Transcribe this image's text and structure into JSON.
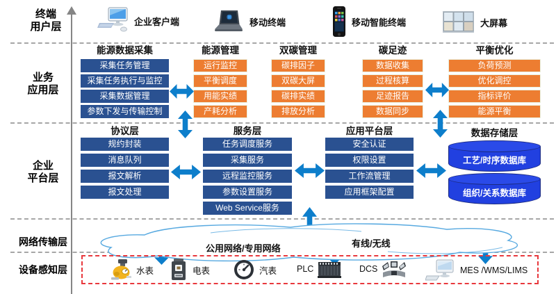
{
  "colors": {
    "module_blue": "#2a5191",
    "module_orange": "#ed7d31",
    "arrow_blue": "#0d7ecb",
    "database_blue": "#2140e0",
    "sensing_border_red": "#e8383d",
    "cloud_outline_blue": "#57a9e0"
  },
  "terminal_layer": {
    "label_line1": "终端",
    "label_line2": "用户层",
    "devices": [
      {
        "icon": "desktop-computer-icon",
        "label": "企业客户端"
      },
      {
        "icon": "laptop-icon",
        "label": "移动终端"
      },
      {
        "icon": "smartphone-icon",
        "label": "移动智能终端"
      },
      {
        "icon": "video-wall-icon",
        "label": "大屏幕"
      }
    ]
  },
  "business_layer": {
    "label_line1": "业务",
    "label_line2": "应用层",
    "groups": [
      {
        "title": "能源数据采集",
        "items": [
          "采集任务管理",
          "采集任务执行与监控",
          "采集数据管理",
          "参数下发与传输控制"
        ]
      },
      {
        "title": "能源管理",
        "items": [
          "运行监控",
          "平衡调度",
          "用能实绩",
          "产耗分析"
        ]
      },
      {
        "title": "双碳管理",
        "items": [
          "碳排因子",
          "双碳大屏",
          "碳排实绩",
          "排放分析"
        ]
      },
      {
        "title": "碳足迹",
        "items": [
          "数据收集",
          "过程核算",
          "足迹报告",
          "数据同步"
        ]
      },
      {
        "title": "平衡优化",
        "items": [
          "负荷预测",
          "优化调控",
          "指标评价",
          "能源平衡"
        ]
      }
    ]
  },
  "platform_layer": {
    "label_line1": "企业",
    "label_line2": "平台层",
    "groups": [
      {
        "title": "协议层",
        "items": [
          "规约封装",
          "消息队列",
          "报文解析",
          "报文处理"
        ]
      },
      {
        "title": "服务层",
        "items": [
          "任务调度服务",
          "采集服务",
          "远程监控服务",
          "参数设置服务",
          "Web Service服务"
        ]
      },
      {
        "title": "应用平台层",
        "items": [
          "安全认证",
          "权限设置",
          "工作流管理",
          "应用框架配置"
        ]
      },
      {
        "title": "数据存储层",
        "databases": [
          "工艺/时序数据库",
          "组织/关系数据库"
        ]
      }
    ]
  },
  "network_layer": {
    "label": "网络传输层",
    "public_private_label": "公用网络/专用网络",
    "wired_wireless_label": "有线/无线"
  },
  "device_layer": {
    "label": "设备感知层",
    "devices": [
      {
        "icon": "water-meter-icon",
        "label": "水表"
      },
      {
        "icon": "electric-meter-icon",
        "label": "电表"
      },
      {
        "icon": "steam-gauge-icon",
        "label": "汽表"
      },
      {
        "icon": "plc-icon",
        "label": "PLC"
      },
      {
        "icon": "dcs-icon",
        "label": "DCS"
      },
      {
        "icon": "computer-icon",
        "label": "MES /WMS/LIMS"
      }
    ]
  }
}
